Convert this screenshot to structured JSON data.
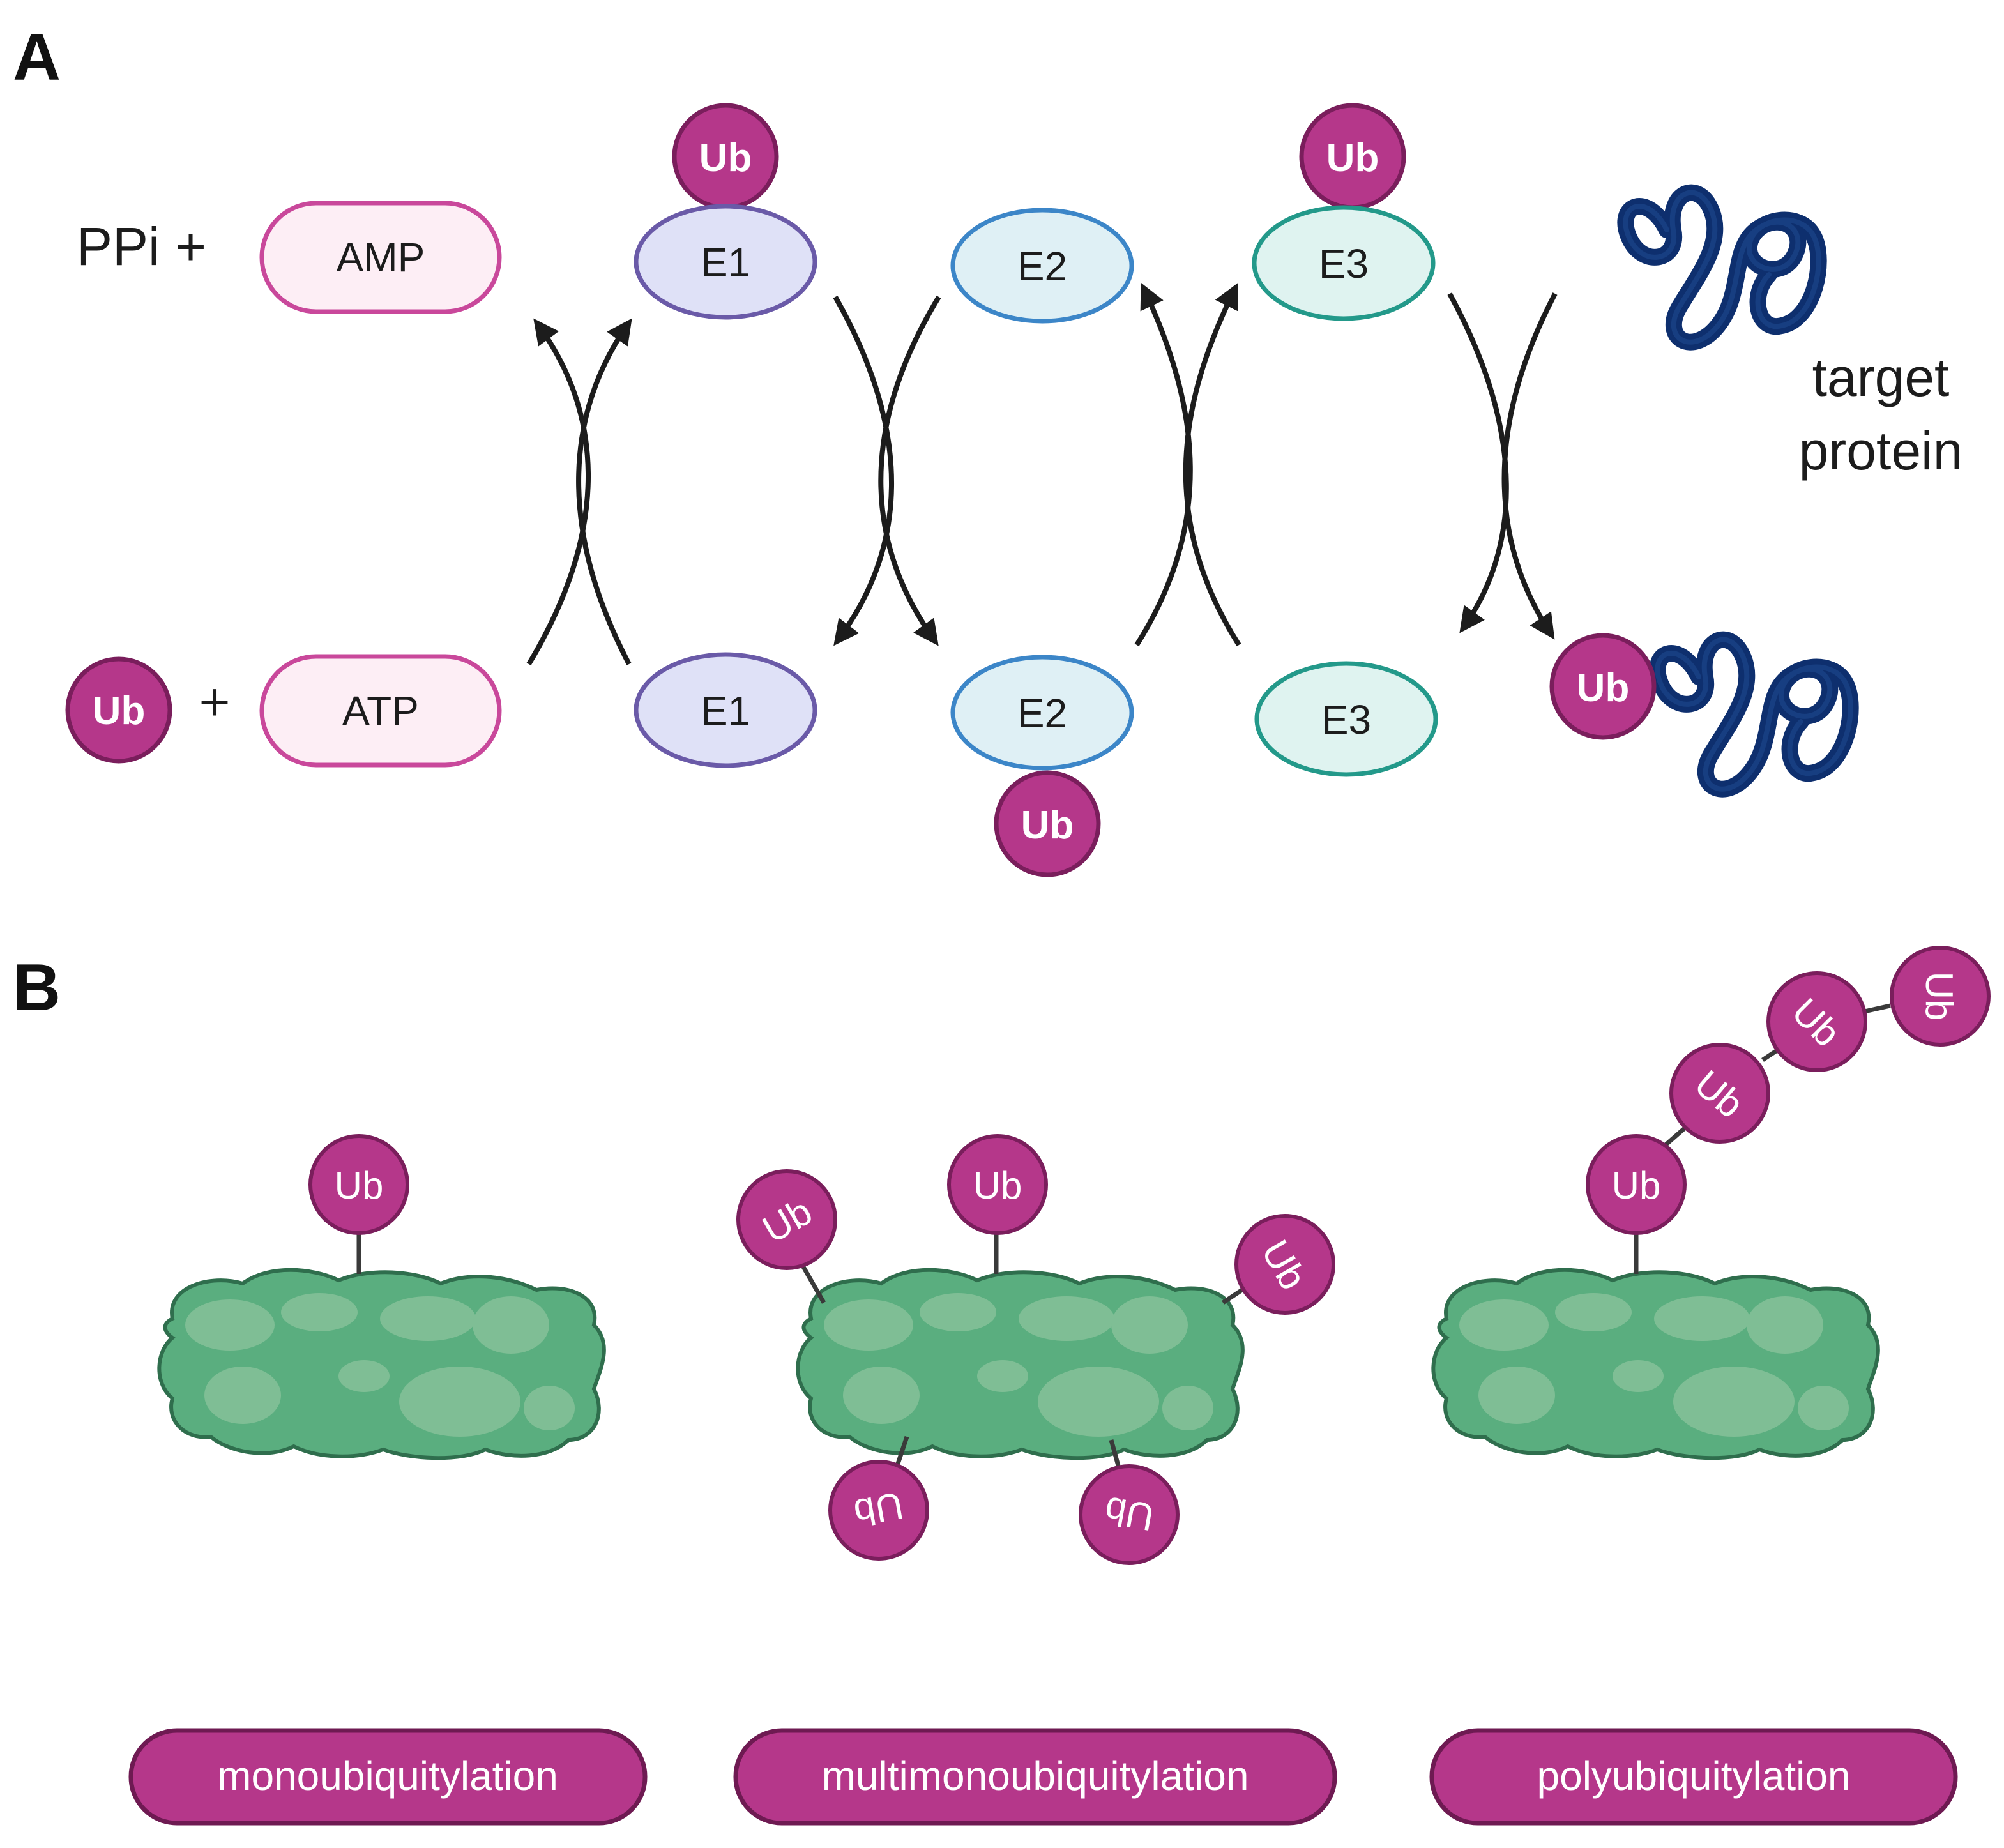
{
  "panels": {
    "a": "A",
    "b": "B"
  },
  "reaction": {
    "ppi": "PPi +",
    "amp": "AMP",
    "atp": "ATP",
    "plus": "+",
    "ub": "Ub",
    "e1": "E1",
    "e2": "E2",
    "e3": "E3",
    "target_line1": "target",
    "target_line2": "protein"
  },
  "types": [
    {
      "label": "monoubiquitylation"
    },
    {
      "label": "multimonoubiquitylation"
    },
    {
      "label": "polyubiquitylation"
    }
  ],
  "ub_label": "Ub",
  "colors": {
    "ub_fill": "#b5378a",
    "ub_stroke": "#7a1e5c",
    "atp_stroke": "#c9489b",
    "atp_fill": "#fdeef5",
    "e1_fill": "#dfe1f7",
    "e1_stroke": "#6a5aa8",
    "e2_fill": "#dff0f5",
    "e2_stroke": "#3c86c8",
    "e3_fill": "#dff3f0",
    "e3_stroke": "#23998a",
    "protein": "#0e2f6e",
    "blob_fill": "#5aae7f",
    "blob_stroke": "#2f6e4d",
    "label_fill": "#b5378a",
    "label_stroke": "#6e1a52"
  }
}
